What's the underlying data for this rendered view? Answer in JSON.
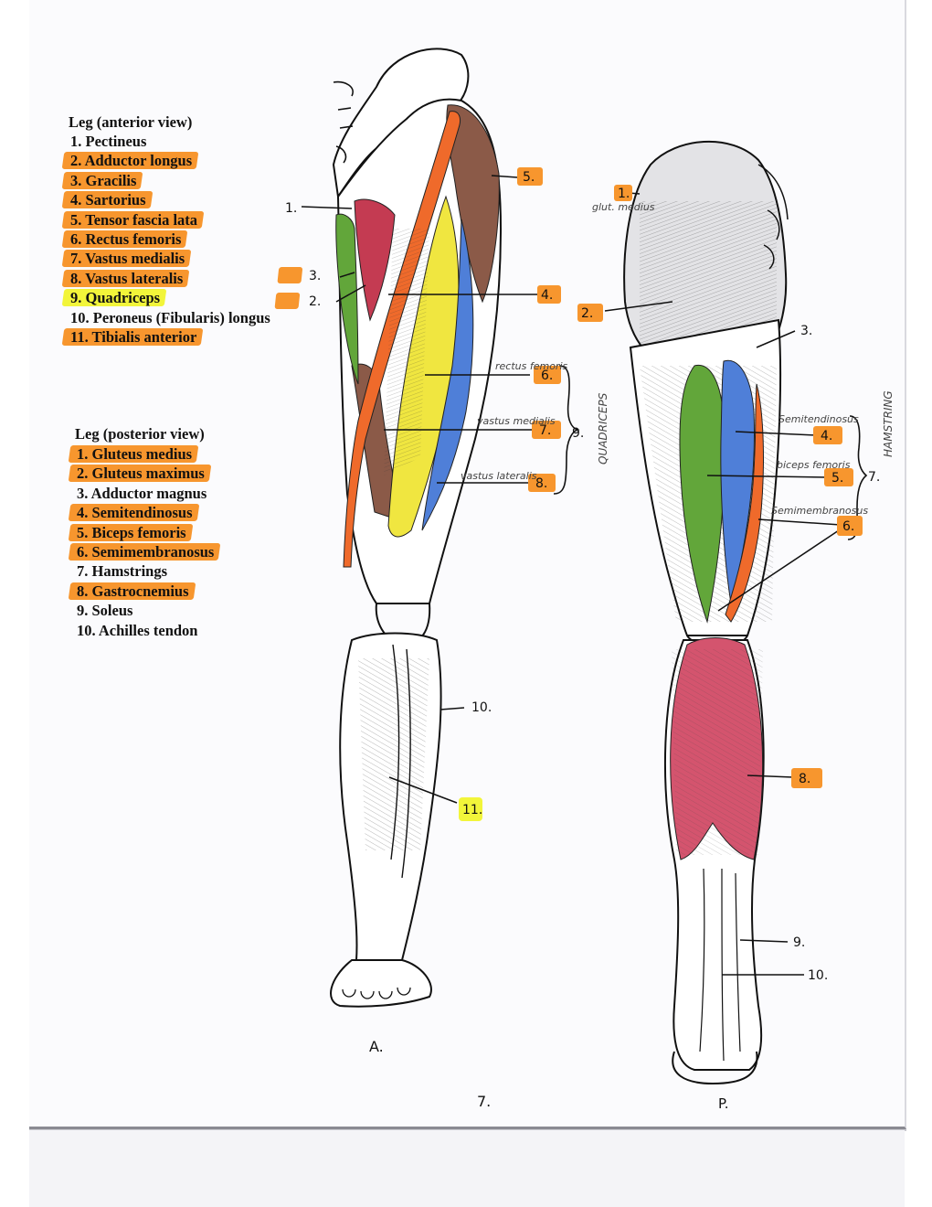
{
  "anterior_legend": {
    "title": "Leg (anterior view)",
    "items": [
      {
        "text": "1.  Pectineus",
        "highlight": "none"
      },
      {
        "text": "2.  Adductor longus",
        "highlight": "orange"
      },
      {
        "text": "3.  Gracilis",
        "highlight": "orange"
      },
      {
        "text": "4.  Sartorius",
        "highlight": "orange"
      },
      {
        "text": "5.  Tensor fascia lata",
        "highlight": "orange"
      },
      {
        "text": "6.  Rectus femoris",
        "highlight": "orange"
      },
      {
        "text": "7.  Vastus medialis",
        "highlight": "orange"
      },
      {
        "text": "8.  Vastus lateralis",
        "highlight": "orange"
      },
      {
        "text": "9.  Quadriceps",
        "highlight": "yellow"
      },
      {
        "text": "10. Peroneus (Fibularis) longus",
        "highlight": "none"
      },
      {
        "text": "11. Tibialis anterior",
        "highlight": "orange"
      }
    ]
  },
  "posterior_legend": {
    "title": "Leg (posterior view)",
    "items": [
      {
        "text": "1.  Gluteus medius",
        "highlight": "orange"
      },
      {
        "text": "2.  Gluteus maximus",
        "highlight": "orange"
      },
      {
        "text": "3.  Adductor magnus",
        "highlight": "none"
      },
      {
        "text": "4.  Semitendinosus",
        "highlight": "orange"
      },
      {
        "text": "5.  Biceps femoris",
        "highlight": "orange"
      },
      {
        "text": "6.  Semimembranosus",
        "highlight": "orange"
      },
      {
        "text": "7.  Hamstrings",
        "highlight": "none"
      },
      {
        "text": "8.  Gastrocnemius",
        "highlight": "orange"
      },
      {
        "text": "9.  Soleus",
        "highlight": "none"
      },
      {
        "text": "10. Achilles tendon",
        "highlight": "none"
      }
    ]
  },
  "anterior_labels": {
    "l1": "1.",
    "l2": "2.",
    "l3": "3.",
    "l4": "4.",
    "l5": "5.",
    "l6": "6.",
    "l7": "7.",
    "l8": "8.",
    "l9": "9.",
    "l10": "10.",
    "l11": "11."
  },
  "anterior_handwritten": {
    "rectus": "rectus femoris",
    "medialis": "vastus medialis",
    "lateralis": "vastus lateralis",
    "quadriceps": "QUADRICEPS"
  },
  "posterior_labels": {
    "l1": "1.",
    "l2": "2.",
    "l3": "3.",
    "l4": "4.",
    "l5": "5.",
    "l6": "6.",
    "l7": "7.",
    "l8": "8.",
    "l9": "9.",
    "l10": "10."
  },
  "posterior_handwritten": {
    "glut_med": "glut. medius",
    "semitend": "Semitendinosus",
    "biceps": "biceps femoris",
    "semimem": "Semimembranosus",
    "hamstring": "HAMSTRING"
  },
  "figure_captions": {
    "anterior": "A.",
    "posterior": "P.",
    "page_number": "7."
  },
  "colors": {
    "highlight_orange": "#f7962e",
    "highlight_yellow": "#f2f53a",
    "sartorius_orange": "#ef6a2b",
    "rectus_yellow": "#f0e640",
    "vastus_blue": "#4f7fd8",
    "tfl_brown": "#8b5a48",
    "gracilis_green": "#62a63a",
    "adductor_red": "#c43b52",
    "gastrocnemius_pink": "#d4546e"
  }
}
